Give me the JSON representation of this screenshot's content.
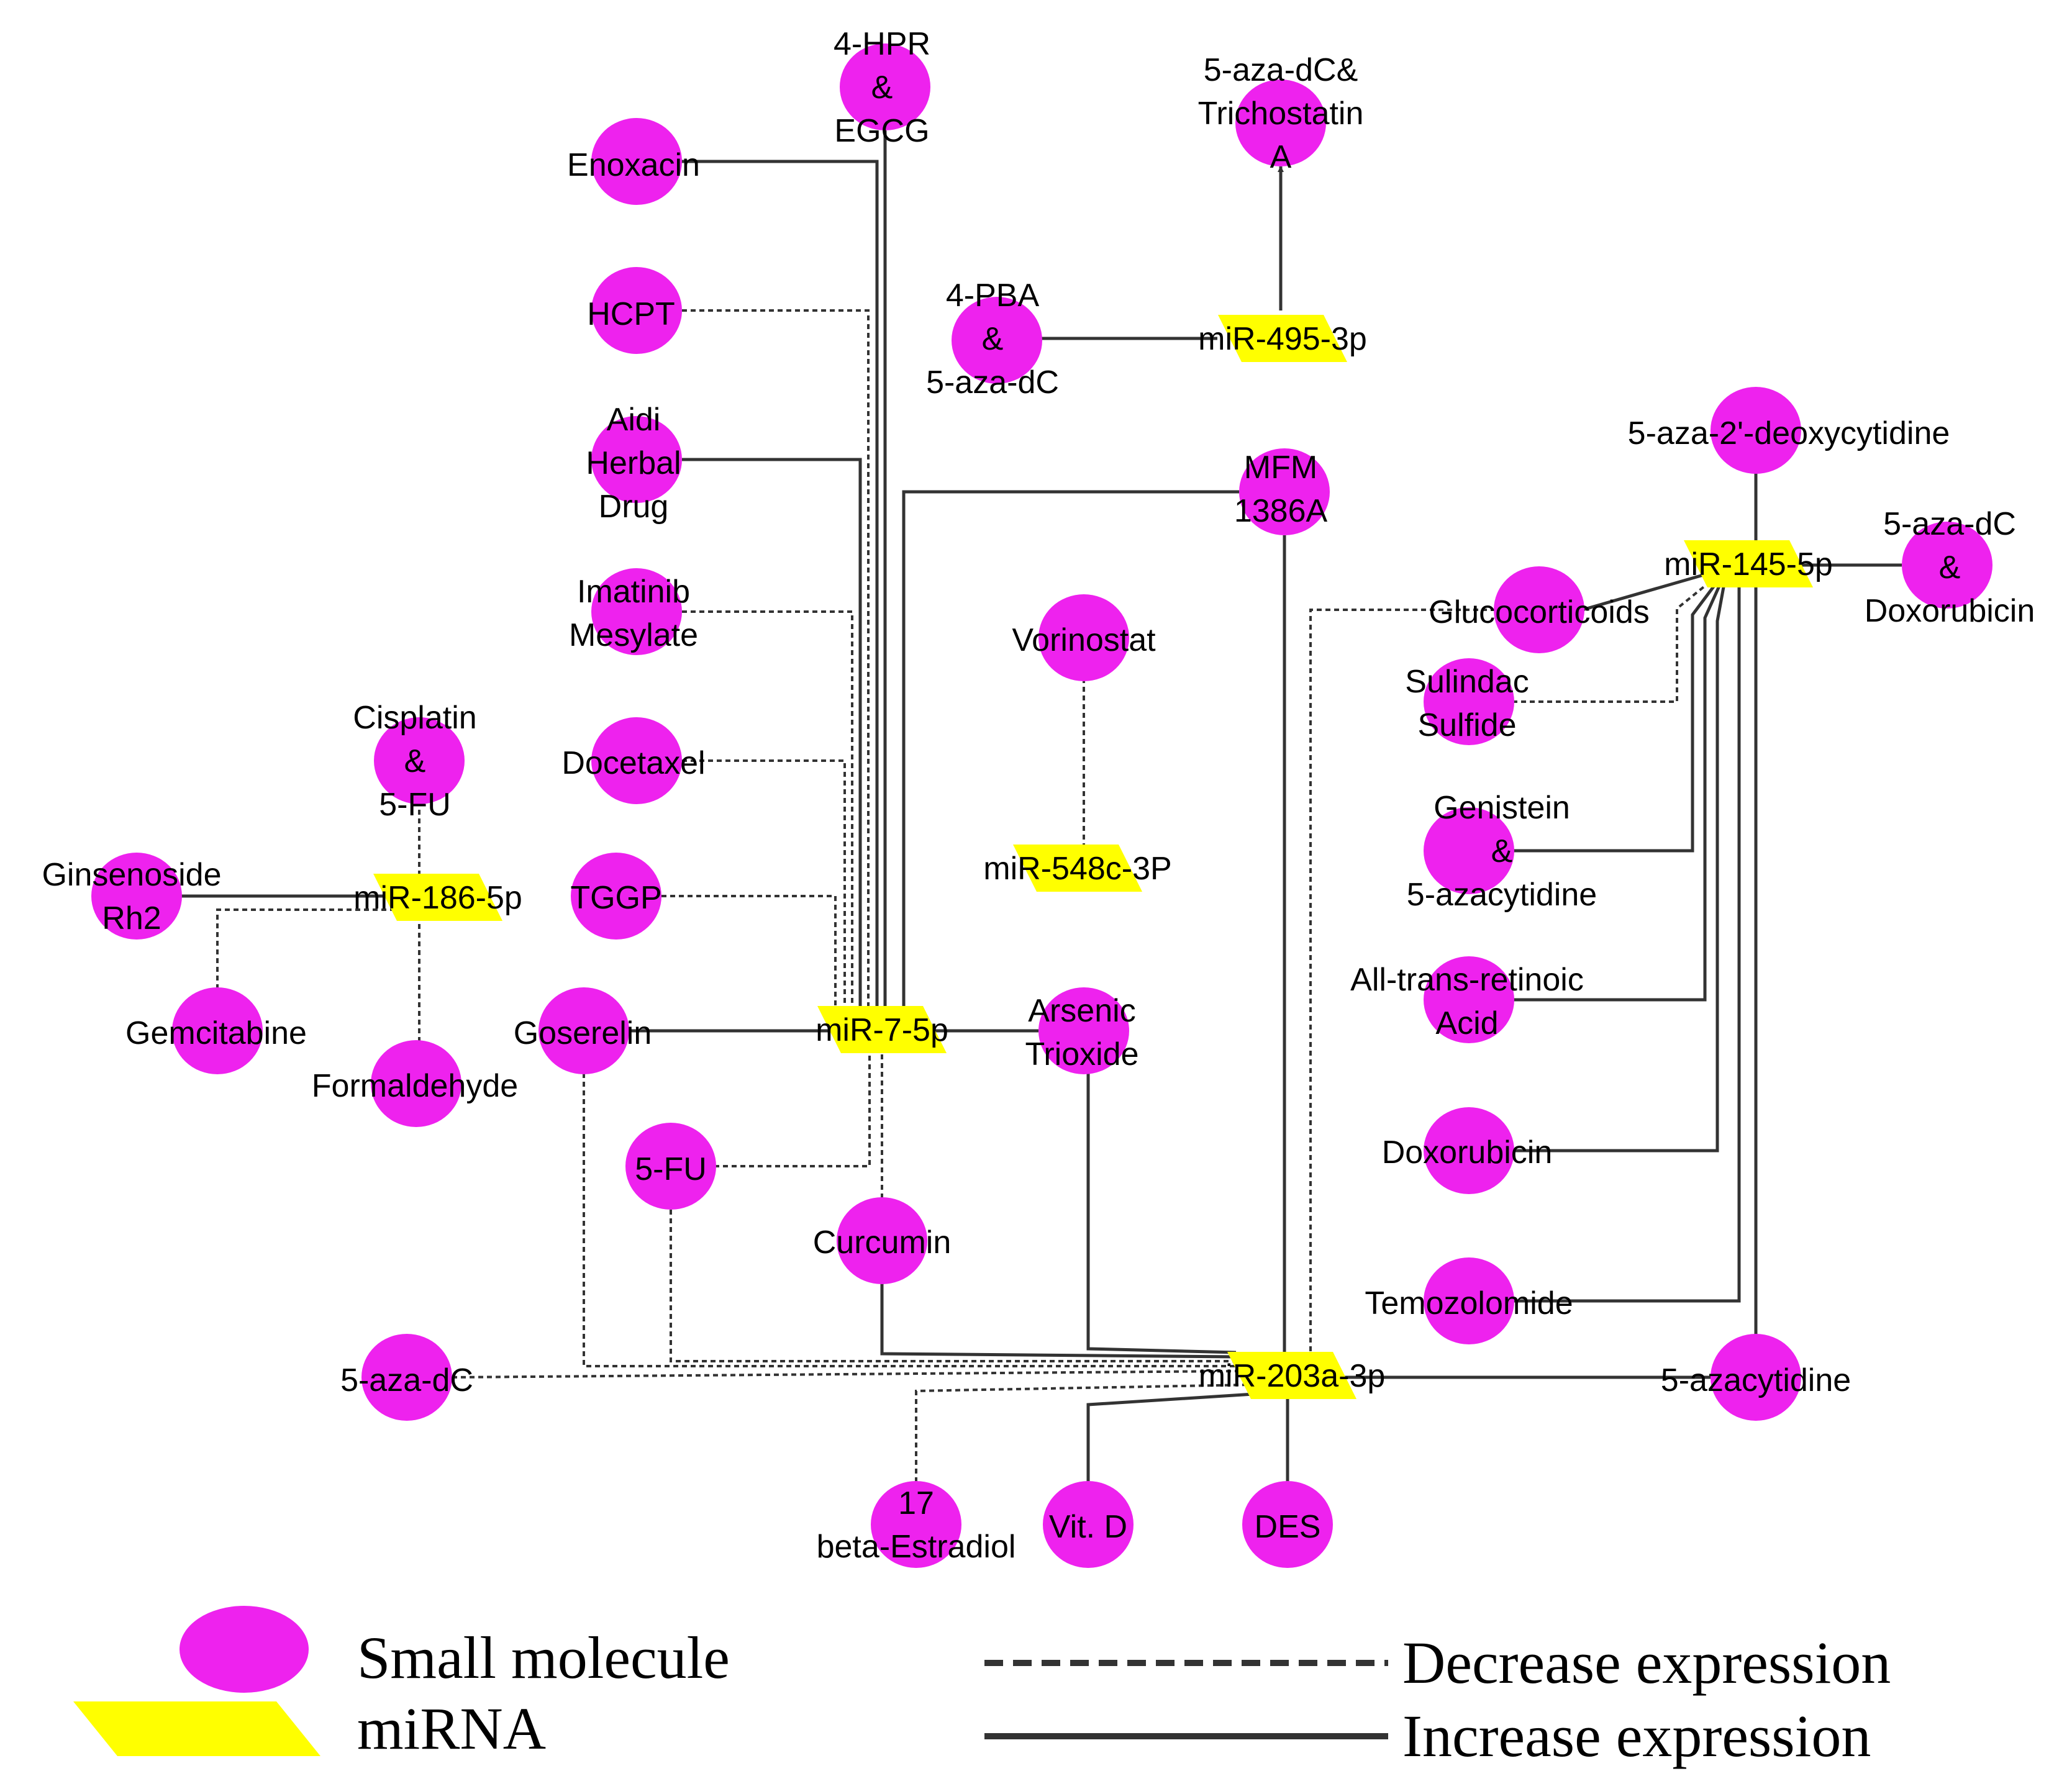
{
  "colors": {
    "small_molecule": "#ee22ee",
    "mirna": "#ffff00",
    "edge": "#333333"
  },
  "mirnas": [
    {
      "id": "m495",
      "label": "miR-495-3p"
    },
    {
      "id": "m145",
      "label": "miR-145-5p"
    },
    {
      "id": "m548",
      "label": "miR-548c-3P"
    },
    {
      "id": "m186",
      "label": "miR-186-5p"
    },
    {
      "id": "m7",
      "label": "miR-7-5p"
    },
    {
      "id": "m203",
      "label": "miR-203a-3p"
    }
  ],
  "molecules": [
    {
      "id": "hpr",
      "label": [
        "4-HPR",
        "&",
        "EGCG"
      ]
    },
    {
      "id": "azatri",
      "label": [
        "5-aza-dC&",
        "Trichostatin",
        "A"
      ]
    },
    {
      "id": "enox",
      "label": [
        "Enoxacin"
      ]
    },
    {
      "id": "hcpt",
      "label": [
        "HCPT"
      ]
    },
    {
      "id": "pba",
      "label": [
        "4-PBA",
        "&",
        "5-aza-dC"
      ]
    },
    {
      "id": "aidi",
      "label": [
        "Aidi",
        "Herbal",
        "Drug"
      ]
    },
    {
      "id": "mfm",
      "label": [
        "MFM",
        "1386A"
      ]
    },
    {
      "id": "aza2",
      "label": [
        "5-aza-2'-deoxycytidine"
      ]
    },
    {
      "id": "azadox",
      "label": [
        "5-aza-dC",
        "&",
        "Doxorubicin"
      ]
    },
    {
      "id": "imat",
      "label": [
        "Imatinib",
        "Mesylate"
      ]
    },
    {
      "id": "vori",
      "label": [
        "Vorinostat"
      ]
    },
    {
      "id": "gluco",
      "label": [
        "Glucocorticoids"
      ]
    },
    {
      "id": "sulin",
      "label": [
        "Sulindac",
        "Sulfide"
      ]
    },
    {
      "id": "cisp",
      "label": [
        "Cisplatin",
        "&",
        "5-FU"
      ]
    },
    {
      "id": "doce",
      "label": [
        "Docetaxel"
      ]
    },
    {
      "id": "geni",
      "label": [
        "Genistein",
        "&",
        "5-azacytidine"
      ]
    },
    {
      "id": "gins",
      "label": [
        "Ginsenoside",
        "Rh2"
      ]
    },
    {
      "id": "tggp",
      "label": [
        "TGGP"
      ]
    },
    {
      "id": "atra",
      "label": [
        "All-trans-retinoic",
        "Acid"
      ]
    },
    {
      "id": "gemc",
      "label": [
        "Gemcitabine"
      ]
    },
    {
      "id": "gose",
      "label": [
        "Goserelin"
      ]
    },
    {
      "id": "arse",
      "label": [
        "Arsenic",
        "Trioxide"
      ]
    },
    {
      "id": "form",
      "label": [
        "Formaldehyde"
      ]
    },
    {
      "id": "doxo",
      "label": [
        "Doxorubicin"
      ]
    },
    {
      "id": "fu5",
      "label": [
        "5-FU"
      ]
    },
    {
      "id": "curc",
      "label": [
        "Curcumin"
      ]
    },
    {
      "id": "temo",
      "label": [
        "Temozolomide"
      ]
    },
    {
      "id": "azadc",
      "label": [
        "5-aza-dC"
      ]
    },
    {
      "id": "azacy",
      "label": [
        "5-azacytidine"
      ]
    },
    {
      "id": "estr",
      "label": [
        "17",
        "beta-Estradiol"
      ]
    },
    {
      "id": "vitd",
      "label": [
        "Vit. D"
      ]
    },
    {
      "id": "des",
      "label": [
        "DES"
      ]
    }
  ],
  "edges": [
    {
      "from": "enox",
      "to": "m7",
      "type": "increase"
    },
    {
      "from": "hpr",
      "to": "m7",
      "type": "increase"
    },
    {
      "from": "hcpt",
      "to": "m7",
      "type": "decrease"
    },
    {
      "from": "aidi",
      "to": "m7",
      "type": "increase"
    },
    {
      "from": "mfm",
      "to": "m7",
      "type": "increase"
    },
    {
      "from": "imat",
      "to": "m7",
      "type": "decrease"
    },
    {
      "from": "doce",
      "to": "m7",
      "type": "decrease"
    },
    {
      "from": "tggp",
      "to": "m7",
      "type": "decrease"
    },
    {
      "from": "gose",
      "to": "m7",
      "type": "increase"
    },
    {
      "from": "arse",
      "to": "m7",
      "type": "increase"
    },
    {
      "from": "fu5",
      "to": "m7",
      "type": "decrease"
    },
    {
      "from": "curc",
      "to": "m7",
      "type": "decrease"
    },
    {
      "from": "pba",
      "to": "m495",
      "type": "increase"
    },
    {
      "from": "m495",
      "to": "azatri",
      "type": "increase",
      "arrow": true
    },
    {
      "from": "vori",
      "to": "m548",
      "type": "decrease"
    },
    {
      "from": "cisp",
      "to": "m186",
      "type": "decrease"
    },
    {
      "from": "gins",
      "to": "m186",
      "type": "increase"
    },
    {
      "from": "gemc",
      "to": "m186",
      "type": "decrease"
    },
    {
      "from": "form",
      "to": "m186",
      "type": "decrease"
    },
    {
      "from": "aza2",
      "to": "m145",
      "type": "increase"
    },
    {
      "from": "azadox",
      "to": "m145",
      "type": "increase"
    },
    {
      "from": "gluco",
      "to": "m145",
      "type": "increase"
    },
    {
      "from": "sulin",
      "to": "m145",
      "type": "decrease"
    },
    {
      "from": "geni",
      "to": "m145",
      "type": "increase"
    },
    {
      "from": "atra",
      "to": "m145",
      "type": "increase"
    },
    {
      "from": "doxo",
      "to": "m145",
      "type": "increase"
    },
    {
      "from": "temo",
      "to": "m145",
      "type": "increase"
    },
    {
      "from": "azacy",
      "to": "m145",
      "type": "increase"
    },
    {
      "from": "gluco",
      "to": "m203",
      "type": "decrease"
    },
    {
      "from": "gose",
      "to": "m203",
      "type": "decrease"
    },
    {
      "from": "fu5",
      "to": "m203",
      "type": "decrease"
    },
    {
      "from": "curc",
      "to": "m203",
      "type": "increase"
    },
    {
      "from": "arse",
      "to": "m203",
      "type": "increase"
    },
    {
      "from": "mfm",
      "to": "m203",
      "type": "increase"
    },
    {
      "from": "azadc",
      "to": "m203",
      "type": "decrease"
    },
    {
      "from": "azacy",
      "to": "m203",
      "type": "increase"
    },
    {
      "from": "estr",
      "to": "m203",
      "type": "decrease"
    },
    {
      "from": "vitd",
      "to": "m203",
      "type": "increase"
    },
    {
      "from": "des",
      "to": "m203",
      "type": "increase"
    }
  ],
  "legend": {
    "small_molecule": "Small molecule",
    "mirna": "miRNA",
    "decrease": "Decrease expression",
    "increase": "Increase expression"
  }
}
